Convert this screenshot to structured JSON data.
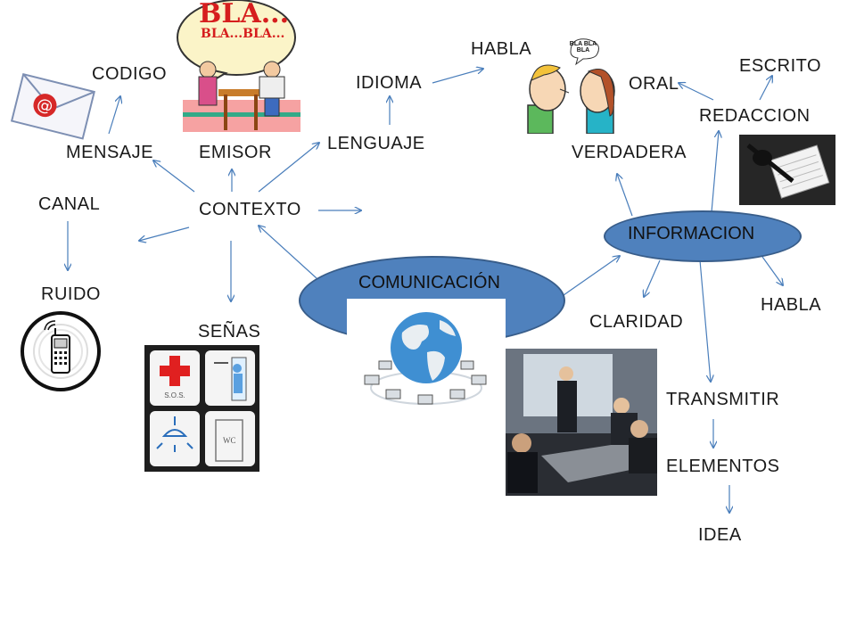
{
  "center": "COMUNICACIÓN",
  "hub": "INFORMACION",
  "nodes": {
    "codigo": "CODIGO",
    "mensaje": "MENSAJE",
    "emisor": "EMISOR",
    "lenguaje": "LENGUAJE",
    "idioma": "IDIOMA",
    "habla_top": "HABLA",
    "oral": "ORAL",
    "escrito": "ESCRITO",
    "redaccion": "REDACCION",
    "verdadera": "VERDADERA",
    "canal": "CANAL",
    "contexto": "CONTEXTO",
    "ruido": "RUIDO",
    "senas": "SEÑAS",
    "claridad": "CLARIDAD",
    "habla_right": "HABLA",
    "transmitir": "TRANSMITIR",
    "elementos": "ELEMENTOS",
    "idea": "IDEA"
  },
  "images": {
    "bubble_top": "BLA...",
    "bubble_bottom": "BLA...BLA...",
    "speech_small": "BLA BLA BLA",
    "sos": "S.O.S.",
    "wc": "WC"
  },
  "colors": {
    "ellipse_fill": "#4f81bd",
    "arrow": "#4a7ebb"
  }
}
